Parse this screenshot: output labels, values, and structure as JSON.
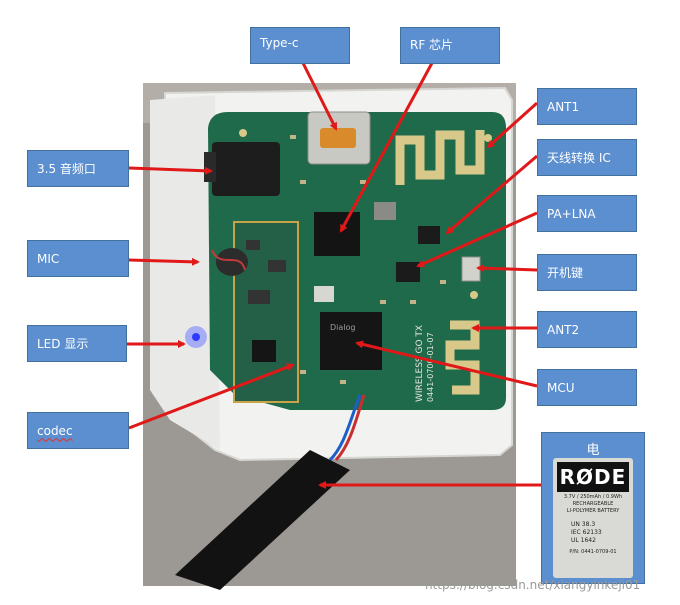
{
  "labels": {
    "type_c": "Type-c",
    "rf_chip": "RF 芯片",
    "ant1": "ANT1",
    "audio_jack": "3.5 音频口",
    "antenna_switch": "天线转换 IC",
    "pa_lna": "PA+LNA",
    "mic": "MIC",
    "power_key": "开机键",
    "led": "LED 显示",
    "ant2": "ANT2",
    "codec": "codec",
    "mcu": "MCU",
    "battery": "电池"
  },
  "pcb_text": {
    "brand": "WIRELESS GO TX",
    "part": "0441-0700-01-07",
    "chip": "Dialog"
  },
  "battery_label": {
    "brand": "RØDE",
    "line1": "3.7V / 250mAh / 0.9Wh",
    "line2": "RECHARGEABLE",
    "line3": "LI-POLYMER BATTERY",
    "un": "UN  38.3",
    "iec": "IEC  62133",
    "ul": "UL  1642",
    "pn": "P/N: 0441-0709-01"
  },
  "watermark": "https://blog.csdn.net/xiangyinkeji01",
  "colors": {
    "label_fill": "#5b8fd0",
    "arrow": "#e01818",
    "pcb": "#1f6a4a",
    "silk": "#d8c98a"
  }
}
